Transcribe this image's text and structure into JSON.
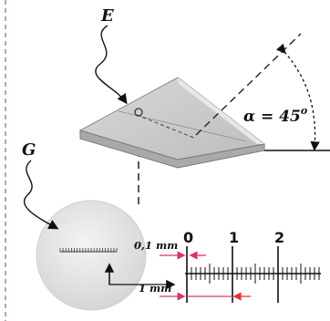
{
  "labels": {
    "E": "E",
    "G": "G",
    "alpha": "α = 45",
    "alpha_sup": "o",
    "fine": "0,1 mm",
    "coarse": "1 mm"
  },
  "scale": {
    "numbers": [
      "0",
      "1",
      "2"
    ]
  },
  "colors": {
    "dimension_arrows": "#e0306a",
    "lines": "#111111",
    "border_dash": "#b98a7a",
    "wedge_top": "#cfcfcf",
    "wedge_side": "#a9a9a9",
    "loupe": "#e4e4e4"
  }
}
